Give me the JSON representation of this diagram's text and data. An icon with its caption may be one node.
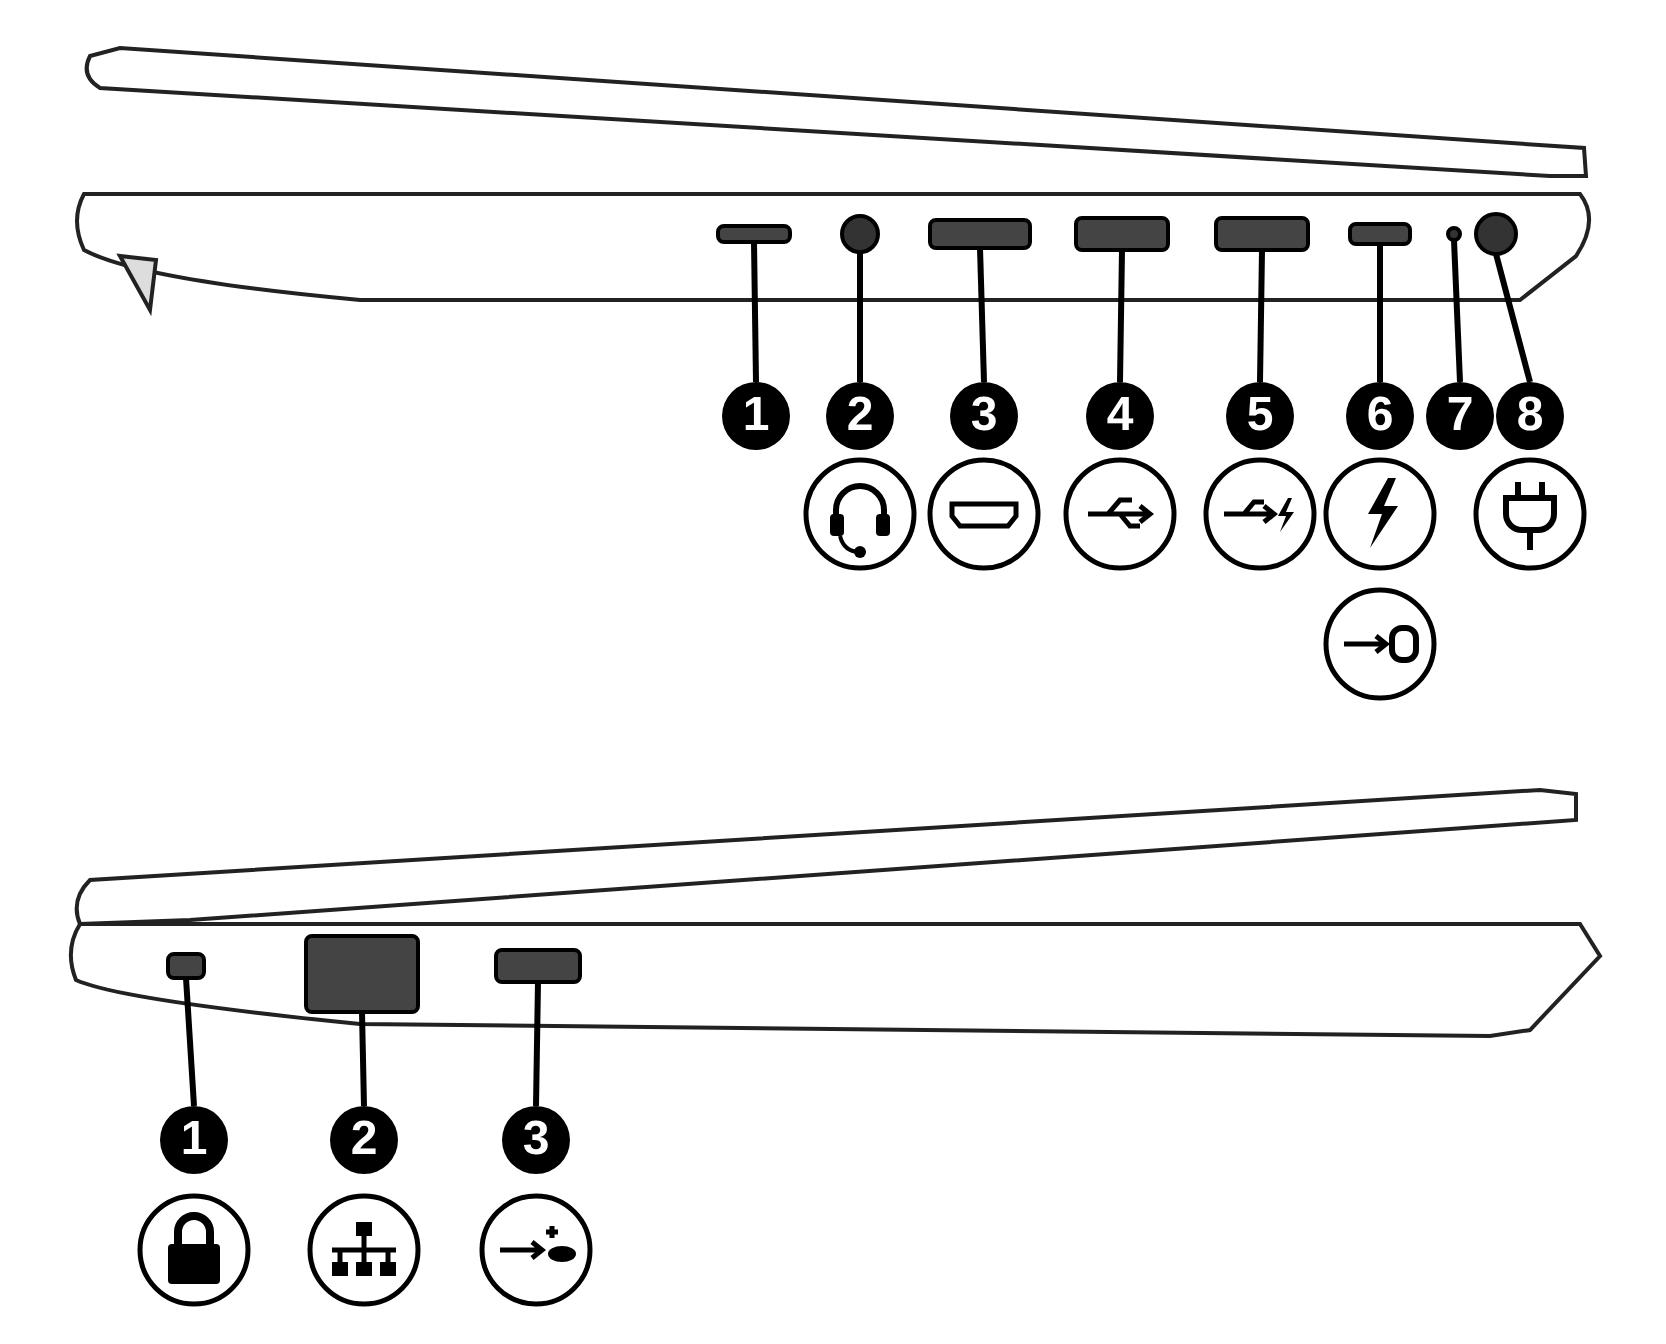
{
  "diagram": {
    "nodes": [
      {
        "text": [
          "1"
        ]
      },
      {
        "text": [
          "2"
        ]
      },
      {
        "text": [
          "3"
        ]
      },
      {
        "text": [
          "4"
        ]
      },
      {
        "text": [
          "5"
        ]
      },
      {
        "text": [
          "6"
        ]
      },
      {
        "text": [
          "7"
        ]
      },
      {
        "text": [
          "8"
        ]
      },
      {
        "text": [],
        "shape": "slot"
      },
      {
        "text": [],
        "shape": "circle"
      },
      {
        "text": [],
        "shape": "slot"
      },
      {
        "text": [],
        "shape": "slot"
      },
      {
        "text": [],
        "shape": "slot"
      },
      {
        "text": [],
        "shape": "slot"
      },
      {
        "text": [],
        "shape": "circle"
      },
      {
        "text": [],
        "shape": "circle"
      },
      {
        "text": [
          "1"
        ]
      },
      {
        "text": [
          "2"
        ]
      },
      {
        "text": [
          "3"
        ]
      },
      {
        "text": [],
        "shape": "slot"
      },
      {
        "text": [],
        "shape": "slot"
      },
      {
        "text": [],
        "shape": "slot"
      }
    ],
    "edges": [
      {
        "from": 0,
        "to": 8,
        "arrow": "none"
      },
      {
        "from": 1,
        "to": 9,
        "arrow": "none"
      },
      {
        "from": 2,
        "to": 10,
        "arrow": "none"
      },
      {
        "from": 3,
        "to": 11,
        "arrow": "none"
      },
      {
        "from": 4,
        "to": 12,
        "arrow": "none"
      },
      {
        "from": 5,
        "to": 13,
        "arrow": "none"
      },
      {
        "from": 6,
        "to": 14,
        "arrow": "none"
      },
      {
        "from": 7,
        "to": 15,
        "arrow": "none"
      },
      {
        "from": 16,
        "to": 19,
        "arrow": "none"
      },
      {
        "from": 17,
        "to": 20,
        "arrow": "none"
      },
      {
        "from": 18,
        "to": 21,
        "arrow": "none"
      }
    ]
  }
}
